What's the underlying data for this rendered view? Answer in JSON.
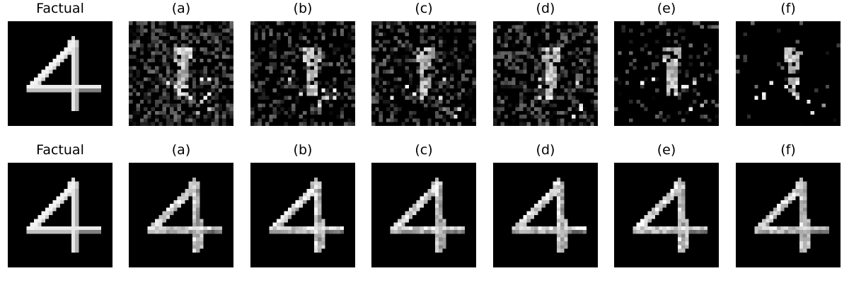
{
  "rows": [
    {
      "panels": [
        {
          "title": "Factual",
          "kind": "factual"
        },
        {
          "title": "(a)",
          "kind": "noisy",
          "density": 0.55,
          "bright": 0.95
        },
        {
          "title": "(b)",
          "kind": "noisy",
          "density": 0.35,
          "bright": 0.85
        },
        {
          "title": "(c)",
          "kind": "noisy",
          "density": 0.38,
          "bright": 0.85
        },
        {
          "title": "(d)",
          "kind": "noisy",
          "density": 0.45,
          "bright": 0.85
        },
        {
          "title": "(e)",
          "kind": "sparse",
          "density": 0.12,
          "bright": 0.9
        },
        {
          "title": "(f)",
          "kind": "very-sparse",
          "density": 0.03,
          "bright": 0.9
        }
      ]
    },
    {
      "panels": [
        {
          "title": "Factual",
          "kind": "factual"
        },
        {
          "title": "(a)",
          "kind": "cf"
        },
        {
          "title": "(b)",
          "kind": "cf"
        },
        {
          "title": "(c)",
          "kind": "cf"
        },
        {
          "title": "(d)",
          "kind": "cf"
        },
        {
          "title": "(e)",
          "kind": "cf"
        },
        {
          "title": "(f)",
          "kind": "cf"
        }
      ]
    }
  ]
}
